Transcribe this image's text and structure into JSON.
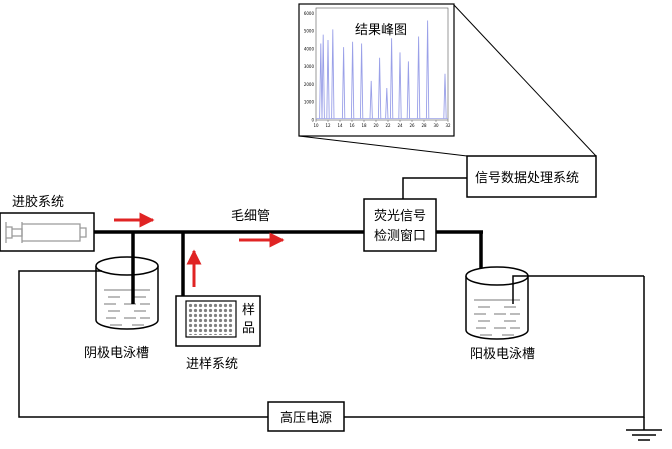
{
  "labels": {
    "injection_system": "进胶系统",
    "capillary": "毛细管",
    "fluorescence_window_line1": "荧光信号",
    "fluorescence_window_line2": "检测窗口",
    "signal_processing": "信号数据处理系统",
    "result_title": "结果峰图",
    "cathode_tank": "阴极电泳槽",
    "sample": "样品",
    "sampling_system": "进样系统",
    "anode_tank": "阳极电泳槽",
    "high_voltage": "高压电源"
  },
  "colors": {
    "line": "#000000",
    "arrow": "#e02424",
    "peak": "#9aa0e8",
    "plate_well": "#7f7f7f"
  },
  "chart_data": {
    "type": "line",
    "title": "结果峰图",
    "x_ticks": [
      "10",
      "12",
      "14",
      "16",
      "18",
      "20",
      "22",
      "24",
      "26",
      "28",
      "30",
      "32"
    ],
    "y_ticks": [
      "0",
      "1000",
      "2000",
      "3000",
      "4000",
      "5000",
      "6000"
    ],
    "xlim": [
      10,
      32
    ],
    "ylim": [
      0,
      6300
    ],
    "peaks": [
      {
        "x": 10.8,
        "height": 4300
      },
      {
        "x": 11.2,
        "height": 4800
      },
      {
        "x": 12.0,
        "height": 4500
      },
      {
        "x": 12.8,
        "height": 5100
      },
      {
        "x": 14.6,
        "height": 4100
      },
      {
        "x": 16.1,
        "height": 4400
      },
      {
        "x": 17.6,
        "height": 4300
      },
      {
        "x": 19.2,
        "height": 2200
      },
      {
        "x": 20.6,
        "height": 3500
      },
      {
        "x": 21.8,
        "height": 1800
      },
      {
        "x": 22.6,
        "height": 4600
      },
      {
        "x": 24.0,
        "height": 3800
      },
      {
        "x": 25.4,
        "height": 3300
      },
      {
        "x": 27.1,
        "height": 4700
      },
      {
        "x": 28.6,
        "height": 5600
      },
      {
        "x": 31.5,
        "height": 2600
      }
    ]
  }
}
